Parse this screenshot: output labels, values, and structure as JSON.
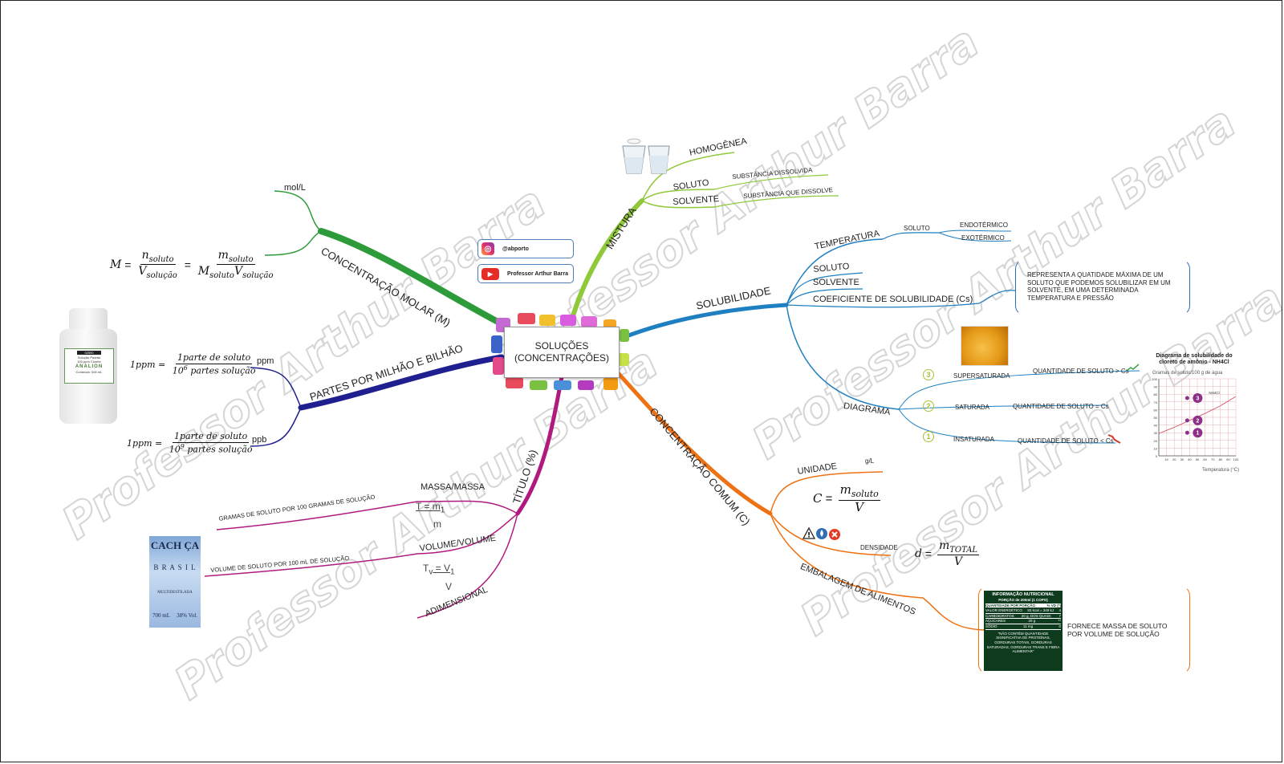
{
  "center": {
    "line1": "SOLUÇÕES",
    "line2": "(CONCENTRAÇÕES)"
  },
  "social": {
    "instagram": "@abporto",
    "youtube": "Professor Arthur Barra"
  },
  "watermark": "Professor Arthur Barra",
  "colors": {
    "molar": "#2e9b3a",
    "mistura": "#8fc93a",
    "solubilidade": "#1e7fc1",
    "comum": "#ee7213",
    "titulo": "#b01a7e",
    "ppm": "#1f1f8f"
  },
  "molar": {
    "branch": "CONCENTRAÇÃO MOLAR (M)",
    "unit": "mol/L",
    "formula": {
      "lhs": "M",
      "n_num": "n",
      "n_num_sub": "soluto",
      "n_den": "V",
      "n_den_sub": "solução",
      "m_num": "m",
      "m_num_sub": "soluto",
      "m_den1": "M",
      "m_den1_sub": "soluto",
      "m_den2": "V",
      "m_den2_sub": "solução"
    }
  },
  "mistura": {
    "branch": "MISTURA",
    "homogenea": "HOMOGÊNEA",
    "soluto": "SOLUTO",
    "solvente": "SOLVENTE",
    "soluto_def": "SUBSTÂNCIA DISSOLVIDA",
    "solvente_def": "SUBSTÂNCIA QUE DISSOLVE"
  },
  "solubilidade": {
    "branch": "SOLUBILIDADE",
    "temperatura": "TEMPERATURA",
    "soluto_t": "SOLUTO",
    "endo": "ENDOTÉRMICO",
    "exo": "EXOTÉRMICO",
    "soluto": "SOLUTO",
    "solvente": "SOLVENTE",
    "coef": "COEFICIENTE DE SOLUBILIDADE (Cs)",
    "coef_def": "REPRESENTA A QUATIDADE MÁXIMA DE UM SOLUTO QUE PODEMOS SOLUBILIZAR EM UM SOLVENTE, EM UMA DETERMINADA TEMPERATURA E PRESSÃO",
    "diagrama": "DIAGRAMA",
    "super": "SUPERSATURADA",
    "super_cond": "QUANTIDADE DE SOLUTO > Cs",
    "sat": "SATURADA",
    "sat_cond": "QUANTIDADE DE SOLUTO = Cs",
    "insat": "INSATURADA",
    "insat_cond": "QUANTIDADE DE SOLUTO < Cs",
    "n1": "1",
    "n2": "2",
    "n3": "3"
  },
  "chart": {
    "title": "Diagrama de solubilidade do cloreto de amônio - NH4Cl",
    "ylabel": "Gramas de soluto/100 g de água",
    "xlabel": "Temperatura (°C)",
    "series": "NH4Cl",
    "yticks": [
      "100",
      "90",
      "80",
      "70",
      "60",
      "50",
      "40",
      "30",
      "20",
      "10",
      "0"
    ],
    "xticks": [
      "10",
      "20",
      "30",
      "40",
      "50",
      "60",
      "70",
      "80",
      "90",
      "100"
    ]
  },
  "chart_data": {
    "type": "line",
    "title": "Diagrama de solubilidade do cloreto de amônio - NH4Cl",
    "xlabel": "Temperatura (°C)",
    "ylabel": "Gramas de soluto/100 g de água",
    "xlim": [
      0,
      100
    ],
    "ylim": [
      0,
      100
    ],
    "series": [
      {
        "name": "NH4Cl",
        "x": [
          0,
          20,
          40,
          60,
          80,
          100
        ],
        "y": [
          29,
          37,
          46,
          55,
          65,
          77
        ]
      }
    ],
    "points": [
      {
        "label": "3",
        "x": 40,
        "y": 75
      },
      {
        "label": "2",
        "x": 40,
        "y": 46
      },
      {
        "label": "1",
        "x": 40,
        "y": 30
      }
    ]
  },
  "comum": {
    "branch": "CONCENTRAÇÃO COMUM (C)",
    "unidade": "UNIDADE",
    "unit": "g/L",
    "formula": {
      "lhs": "C",
      "num": "m",
      "num_sub": "soluto",
      "den": "V"
    },
    "densidade": "DENSIDADE",
    "dens_formula": {
      "lhs": "d",
      "num": "m",
      "num_sub": "TOTAL",
      "den": "V"
    },
    "embalagem": "EMBALAGEM DE ALIMENTOS",
    "embalagem_def": "FORNECE MASSA DE SOLUTO POR VOLUME DE SOLUÇÃO",
    "label_title": "INFORMAÇÃO NUTRICIONAL",
    "label_sub": "PORÇÃO de 200ml (1 COPO)",
    "label_head1": "QUANTIDADE POR PORÇÃO",
    "label_head2": "% VD (*)",
    "label_rows": [
      [
        "VALOR ENERGÉTICO",
        "83 kcal = 349 kJ",
        "4"
      ],
      [
        "CARBOIDRATOS",
        "20 g, DOS QUAIS:",
        "7"
      ],
      [
        "AÇÚCARES",
        "20 g",
        "**"
      ],
      [
        "SÓDIO",
        "11 mg",
        "0"
      ]
    ],
    "label_note": "\"NÃO CONTÉM QUANTIDADE SIGNIFICATIVA DE PROTEÍNAS, GORDURAS TOTAIS, GORDURAS SATURADAS, GORDURAS TRANS E FIBRA ALIMENTAR\""
  },
  "titulo": {
    "branch": "TÍTULO (%)",
    "massa": "MASSA/MASSA",
    "massa_def": "GRAMAS DE SOLUTO POR 100 GRAMAS DE SOLUÇÃO",
    "tm_lhs": "T = m",
    "tm_sub": "1",
    "tm_den": "m",
    "volume": "VOLUME/VOLUME",
    "volume_def": "VOLUME DE SOLUTO POR 100 mL DE SOLUÇÃO",
    "tv_lhs": "T",
    "tv_lhs_sub": "v",
    "tv_mid": " = V",
    "tv_sub": "1",
    "tv_den": "V",
    "adim": "ADIMENSIONAL",
    "bottle": {
      "brand": "CACH  ÇA",
      "country": "B R A S I L",
      "type": "MULTIDESTILADA",
      "vol": "700 mL",
      "abv": "38% Vol."
    }
  },
  "ppm": {
    "branch": "PARTES POR MILHÃO E BILHÃO",
    "ppm": "ppm",
    "ppb": "ppb",
    "ppm_formula": {
      "lhs": "1ppm = ",
      "num": "1parte de soluto",
      "den": "10",
      "den_exp": "6",
      "den_rest": " partes solução"
    },
    "ppb_formula": {
      "lhs": "1ppm = ",
      "num": "1parte de soluto",
      "den": "10",
      "den_exp": "9",
      "den_rest": " partes solução"
    },
    "bottle": {
      "code": "02590",
      "line1": "Solução Padrão",
      "line2": "100 ppm Cloreto",
      "brand": "ANALION",
      "line3": "Conteúdo: 500 mL"
    }
  }
}
